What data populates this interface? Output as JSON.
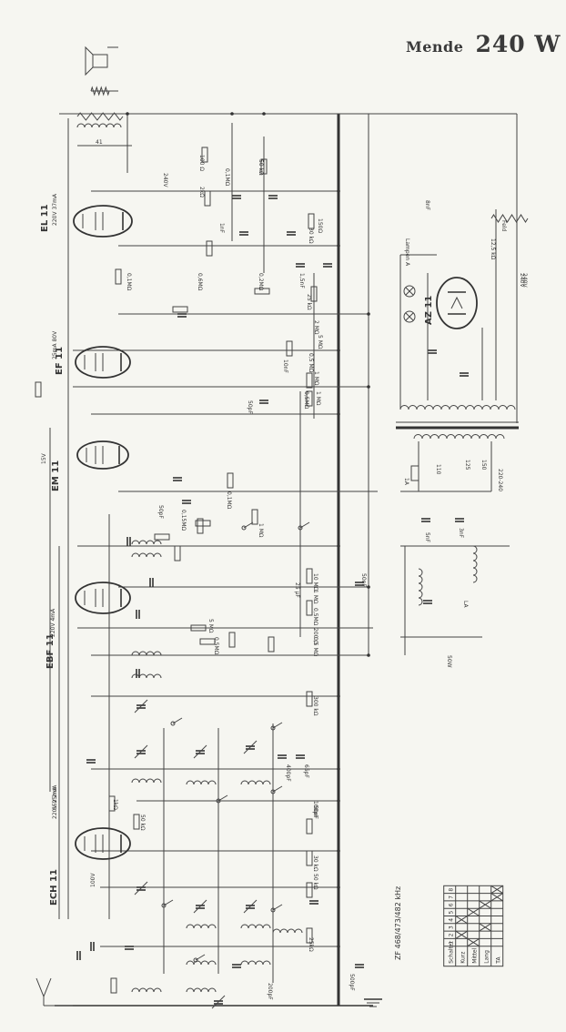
{
  "title": {
    "brand": "Mende",
    "model": "240 W"
  },
  "tubes": [
    {
      "label": "EL 11",
      "rot": -90
    },
    {
      "label": "EF 11",
      "rot": -90
    },
    {
      "label": "EM 11",
      "rot": -90
    },
    {
      "label": "EBF 11",
      "rot": -90
    },
    {
      "label": "ECH 11",
      "rot": -90
    },
    {
      "label": "AZ 11",
      "rot": -90
    }
  ],
  "tube_voltages": [
    "220V 37mA",
    "25mA 80V",
    "15V",
    "220V 4mA",
    "220V 25mA",
    "65V 2mA",
    "100V"
  ],
  "component_labels": [
    "100 Ω",
    "0,1MΩ",
    "240V",
    "2kΩ",
    "50 kΩ",
    "30 kΩ",
    "8nF",
    "1nF",
    "150Ω",
    "0,6MΩ",
    "0,2MΩ",
    "1,5nF",
    "0,1MΩ",
    "25 kΩ",
    "2 MΩ",
    "5 MΩ",
    "0,5 MΩ",
    "50pF",
    "10nF",
    "1 MΩ",
    "0,5MΩ",
    "1 MΩ",
    "0,1MΩ",
    "1 MΩ",
    "50pF",
    "10 MΩ",
    "1 MΩ",
    "0,5MΩ",
    "0,15MΩ",
    "200 Ω",
    "25 µF",
    "50nF",
    "5 MΩ",
    "0,5MΩ",
    "0,5 MΩ",
    "300 kΩ",
    "400pF",
    "65pF",
    "100pF",
    "50 kΩ",
    "1kΩ",
    "50nF",
    "30 kΩ",
    "25kΩ",
    "50 kΩ",
    "200pF",
    "500pF",
    "5nF",
    "3nF",
    "240V",
    "12,5 kΩ",
    "Feld",
    "110",
    "125",
    "150",
    "220-240",
    "1A",
    "50W",
    "LA"
  ],
  "power_supply": {
    "voltages": [
      "240V"
    ],
    "lamp_label": "Lampen A"
  },
  "frequency_note": "ZF 468/473/482 kHz",
  "switch_table": {
    "title": "Schalter",
    "columns": [
      "1",
      "2",
      "3",
      "4",
      "5",
      "6",
      "7",
      "8"
    ],
    "rows": [
      "Kurz",
      "Mittel",
      "Lang",
      "TA"
    ],
    "closed": [
      [
        0,
        1
      ],
      [
        0,
        3
      ],
      [
        1,
        0
      ],
      [
        1,
        4
      ],
      [
        2,
        2
      ],
      [
        2,
        5
      ],
      [
        3,
        6
      ],
      [
        3,
        7
      ]
    ]
  }
}
